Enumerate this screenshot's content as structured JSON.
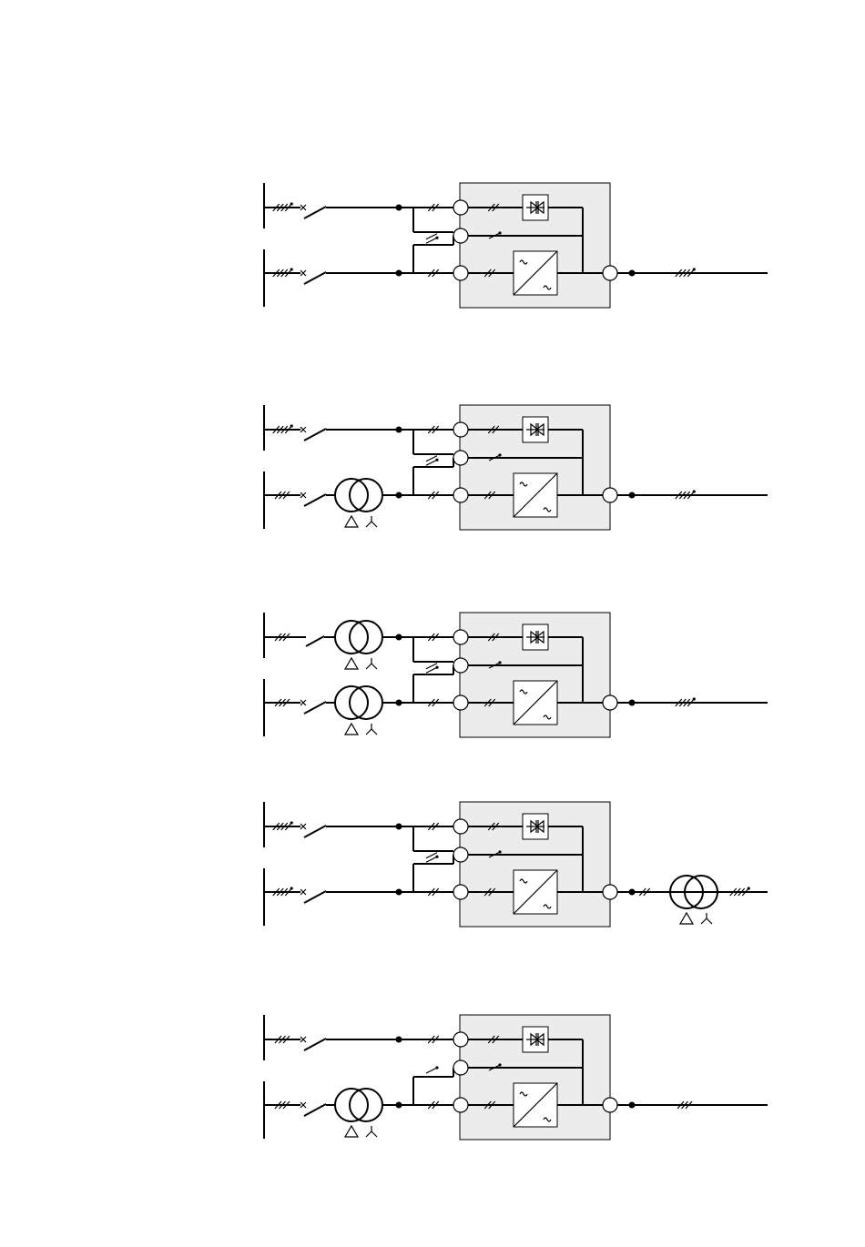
{
  "diagrams": [
    {
      "id": "config-1",
      "mains1_transformer": false,
      "mains2_transformer": false,
      "output_transformer": false,
      "separate_bypass_neutral": true,
      "output_neutral": true,
      "mains1_neutral": true,
      "mains2_neutral": true
    },
    {
      "id": "config-2",
      "mains1_transformer": false,
      "mains2_transformer": true,
      "output_transformer": false,
      "separate_bypass_neutral": true,
      "output_neutral": true,
      "mains1_neutral": true,
      "mains2_neutral": false
    },
    {
      "id": "config-3",
      "mains1_transformer": true,
      "mains2_transformer": true,
      "output_transformer": false,
      "separate_bypass_neutral": true,
      "output_neutral": true,
      "mains1_neutral": false,
      "mains2_neutral": false
    },
    {
      "id": "config-4",
      "mains1_transformer": false,
      "mains2_transformer": false,
      "output_transformer": true,
      "separate_bypass_neutral": true,
      "output_neutral": true,
      "mains1_neutral": true,
      "mains2_neutral": true
    },
    {
      "id": "config-5",
      "mains1_transformer": false,
      "mains2_transformer": true,
      "output_transformer": false,
      "separate_bypass_neutral": false,
      "output_neutral": false,
      "mains1_neutral": false,
      "mains2_neutral": false
    }
  ],
  "symbols": {
    "bypass_switch": "thyristor-icon",
    "converter": "rectifier-inverter-icon",
    "transformer": "delta-wye-transformer-icon",
    "breaker": "circuit-breaker-icon"
  },
  "colors": {
    "line": "#000000",
    "ups_box_fill": "#ececec",
    "port_fill": "#ffffff"
  }
}
